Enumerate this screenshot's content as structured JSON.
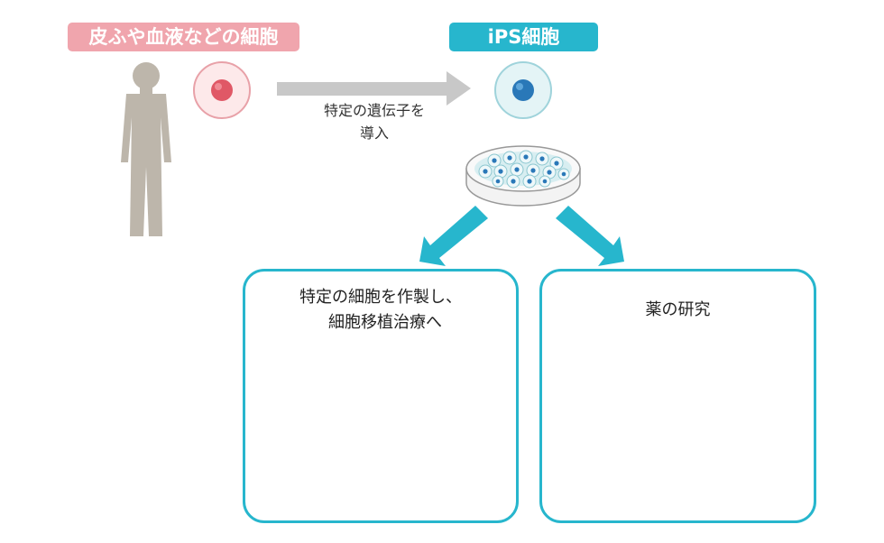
{
  "source_label": "皮ふや血液などの細胞",
  "ips_label": "iPS細胞",
  "step": {
    "line1": "特定の遺伝子を",
    "line2": "導入"
  },
  "therapy": {
    "line1": "特定の細胞を作製し、",
    "line2": "細胞移植治療へ"
  },
  "drug": {
    "title": "薬の研究"
  },
  "colors": {
    "pink": "#f0a5ad",
    "teal": "#27b6cd",
    "gray_arrow": "#c8c8c8",
    "person": "#bdb6ab"
  }
}
